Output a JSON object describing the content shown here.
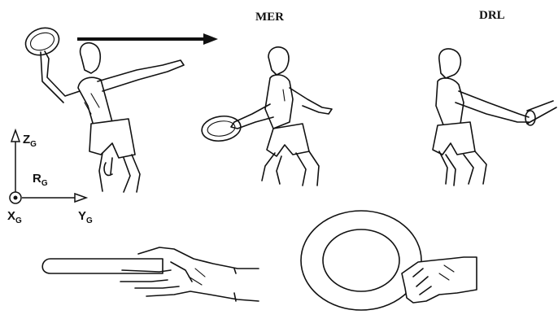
{
  "phase_labels": {
    "mer": "MER",
    "drl": "DRL"
  },
  "frame": {
    "name": "R",
    "name_sub": "G",
    "z_axis": "Z",
    "z_sub": "G",
    "y_axis": "Y",
    "y_sub": "G",
    "x_axis": "X",
    "x_sub": "G"
  },
  "icons": {
    "direction_arrow": "arrow-right-icon",
    "origin_marker": "circled-dot-icon"
  }
}
